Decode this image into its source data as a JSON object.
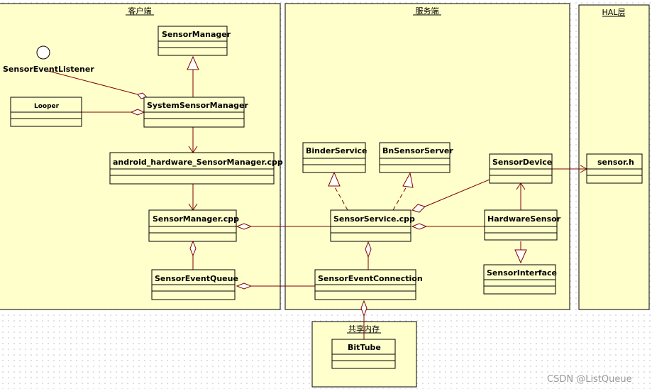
{
  "packages": {
    "client": "客户端",
    "server": "服务端",
    "hal": "HAL层",
    "shared_memory": "共享内存"
  },
  "interface_label": "SensorEventListener",
  "classes": {
    "sensor_manager": "SensorManager",
    "looper": "Looper",
    "system_sensor_manager": "SystemSensorManager",
    "android_hardware_sensor_manager_cpp": "android_hardware_SensorManager.cpp",
    "sensor_manager_cpp": "SensorManager.cpp",
    "sensor_event_queue": "SensorEventQueue",
    "binder_service": "BinderService",
    "bn_sensor_server": "BnSensorServer",
    "sensor_device": "SensorDevice",
    "sensor_service_cpp": "SensorService.cpp",
    "hardware_sensor": "HardwareSensor",
    "sensor_event_connection": "SensorEventConnection",
    "sensor_interface": "SensorInterface",
    "sensor_h": "sensor.h",
    "bit_tube": "BitTube"
  },
  "watermark": "CSDN @ListQueue",
  "colors": {
    "fill": "#ffffcc",
    "line": "#800000",
    "border": "#000000"
  }
}
